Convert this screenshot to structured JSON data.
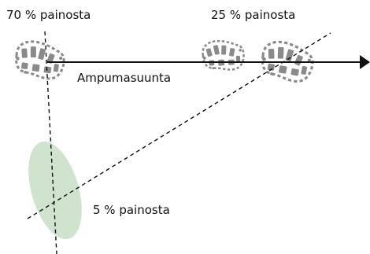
{
  "labels": {
    "front_foot_weight": "70 % painosta",
    "rear_feet_weight": "25 % painosta",
    "shooting_direction": "Ampumasuunta",
    "support_weight": "5 % painosta"
  },
  "colors": {
    "ink": "#111111",
    "footprint": "#8a8a8a",
    "support_area": "#cfe3cf"
  },
  "icons": {
    "footprint": "shoe-sole-print-icon",
    "support_area": "green-ellipse-zone",
    "arrow_head": "filled-triangle-arrowhead"
  }
}
